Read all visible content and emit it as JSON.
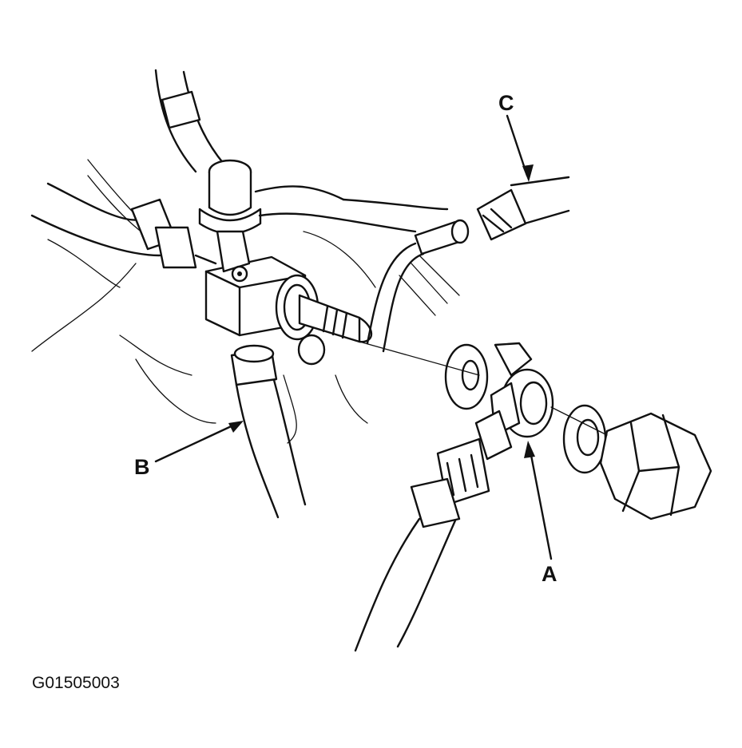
{
  "labels": {
    "a": "A",
    "b": "B",
    "c": "C"
  },
  "figure_code": "G01505003"
}
